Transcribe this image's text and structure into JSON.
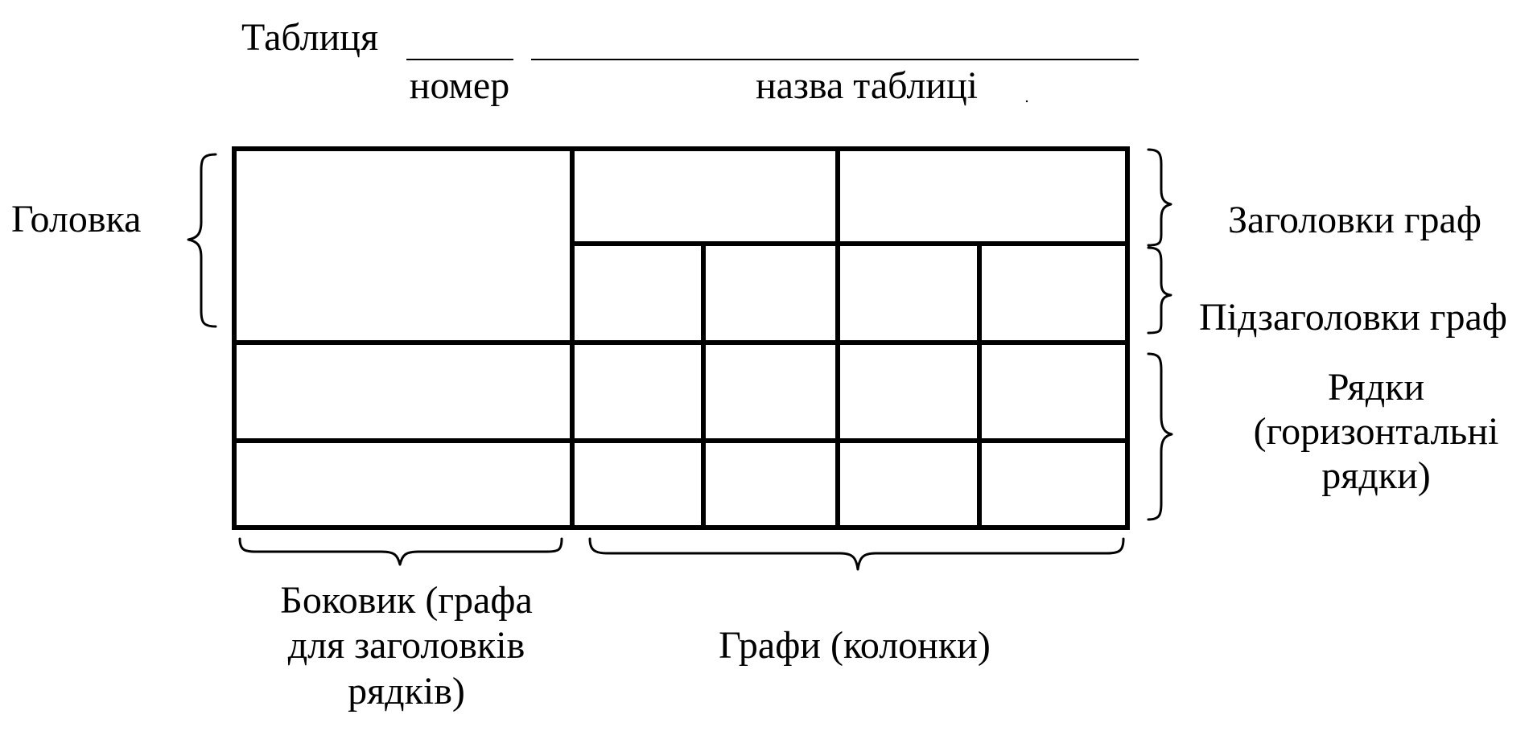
{
  "title": {
    "prefix": "Таблиця",
    "number_caption": "номер",
    "name_caption": "назва таблиці"
  },
  "labels": {
    "head": "Головка",
    "column_headers": "Заголовки граф",
    "column_subheaders": "Підзаголовки граф",
    "rows_line1": "Рядки",
    "rows_line2": "(горизонтальні",
    "rows_line3": "рядки)",
    "stub_line1": "Боковик (графа",
    "stub_line2": "для заголовків",
    "stub_line3": "рядків)",
    "columns": "Графи (колонки)"
  },
  "colors": {
    "ink": "#000000",
    "background": "#ffffff"
  }
}
